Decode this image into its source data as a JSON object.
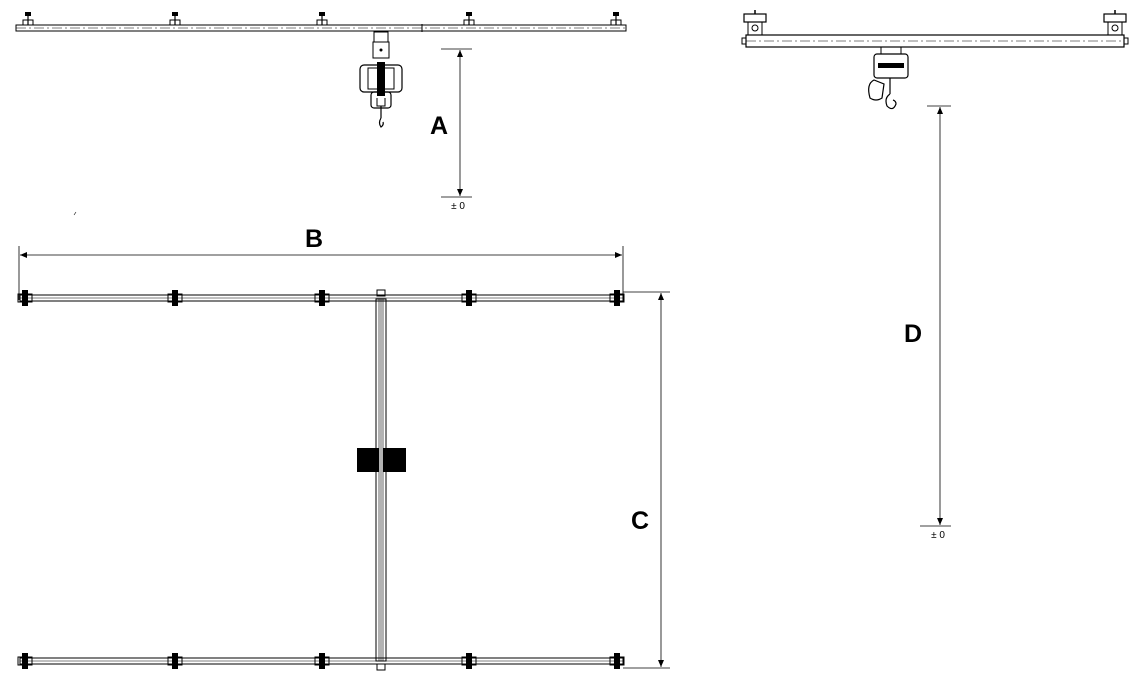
{
  "dimensions": {
    "a": "A",
    "b": "B",
    "c": "C",
    "d": "D"
  },
  "levels": {
    "side_view": "± 0",
    "end_view": "± 0"
  }
}
